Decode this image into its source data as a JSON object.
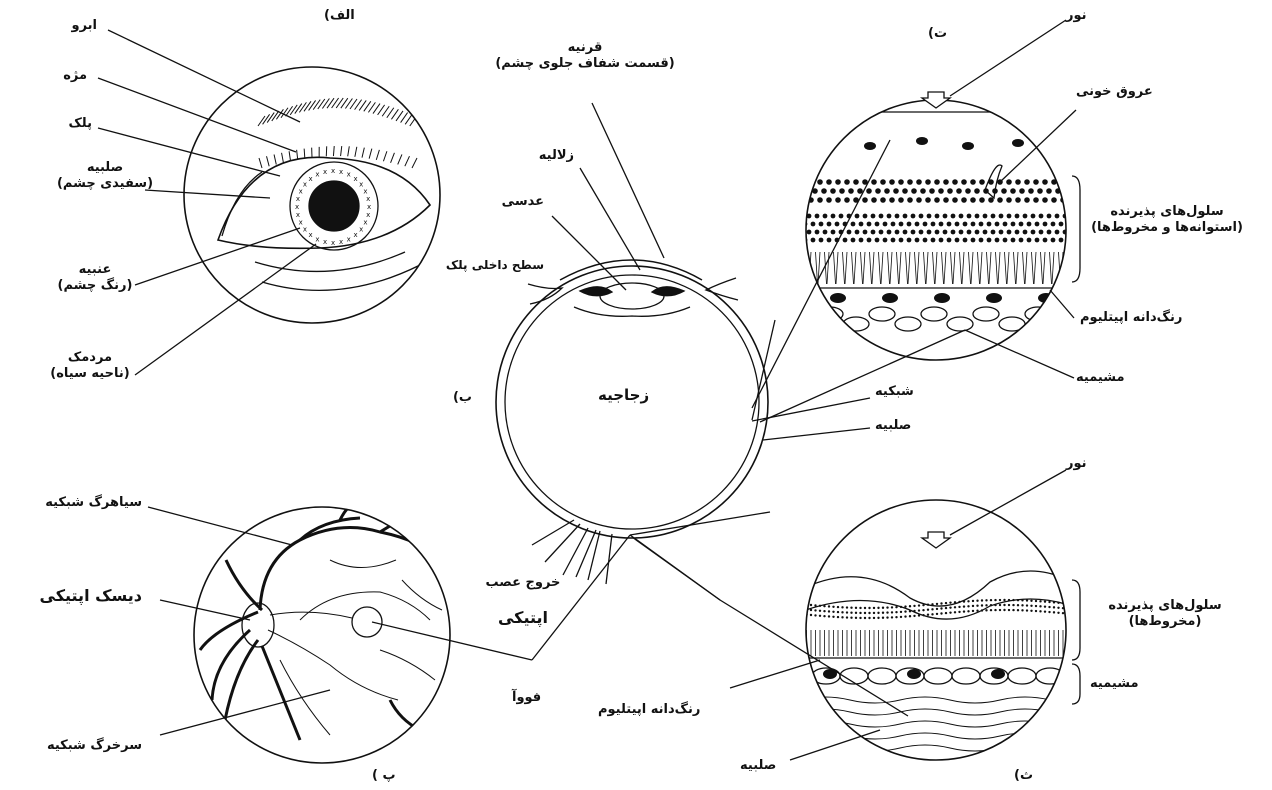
{
  "panels": {
    "a": "الف)",
    "b": "ب)",
    "p": "پ )",
    "t": "ت)",
    "th": "ث)"
  },
  "panel_a": {
    "eyebrow": "ابرو",
    "eyelash": "مژه",
    "eyelid": "پلک",
    "sclera": "صلبیه",
    "sclera_desc": "(سفیدی چشم)",
    "iris": "عنبیه",
    "iris_desc": "(رنگ چشم)",
    "pupil": "مردمک",
    "pupil_desc": "(ناحیه سیاه)"
  },
  "panel_b": {
    "cornea": "قرنیه",
    "cornea_desc": "(قسمت شفاف جلوی چشم)",
    "aqueous": "زلالیه",
    "lens": "عدسی",
    "inner_eyelid": "سطح داخلی پلک",
    "vitreous": "زجاجیه",
    "retina": "شبکیه",
    "sclera": "صلبیه",
    "optic_nerve_exit": "خروج عصب",
    "optic": "اپتیکی",
    "fovea": "فووآ"
  },
  "panel_p": {
    "retinal_vein": "سیاهرگ شبکیه",
    "optic_disc": "دیسک اپتیکی",
    "retinal_artery": "سرخرگ شبکیه"
  },
  "panel_t": {
    "light": "نور",
    "blood_vessels": "عروق خونی",
    "receptors": "سلول‌های پذیرنده",
    "receptors_desc": "(استوانه‌ها و مخروط‌ها)",
    "rpe": "رنگ‌دانه اپیتلیوم",
    "choroid": "مشیمیه"
  },
  "panel_th": {
    "light": "نور",
    "receptors": "سلول‌های پذیرنده",
    "receptors_desc": "(مخروط‌ها)",
    "choroid": "مشیمیه",
    "rpe": "رنگ‌دانه اپیتلیوم",
    "sclera": "صلبیه"
  },
  "colors": {
    "ink": "#111111",
    "background": "#ffffff"
  }
}
